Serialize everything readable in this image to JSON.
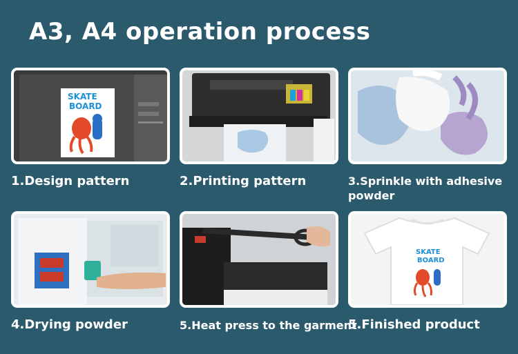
{
  "title": "A3, A4 operation process",
  "steps": [
    {
      "label": "1.Design pattern"
    },
    {
      "label": "2.Printing pattern"
    },
    {
      "label": "3.Sprinkle with adhesive powder"
    },
    {
      "label": "4.Drying powder"
    },
    {
      "label": "5.Heat press to the garment"
    },
    {
      "label": "5.Finished product"
    }
  ],
  "colors": {
    "background": "#2b5a6d",
    "card": "#ffffff"
  }
}
